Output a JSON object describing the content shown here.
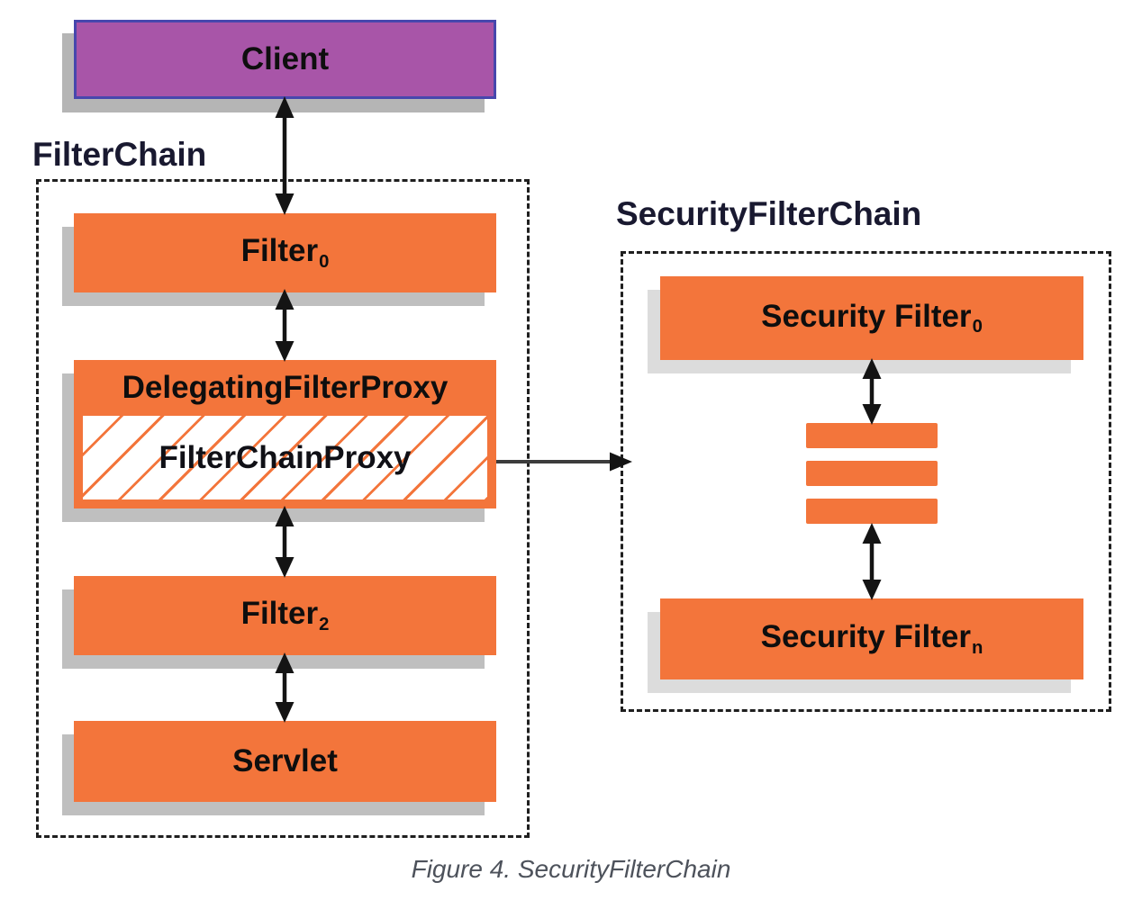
{
  "diagram": {
    "client": {
      "label": "Client"
    },
    "filter_chain": {
      "label": "FilterChain",
      "filter0": {
        "text": "Filter",
        "sub": "0"
      },
      "delegating_filter_proxy": {
        "text": "DelegatingFilterProxy"
      },
      "filter_chain_proxy": {
        "text": "FilterChainProxy"
      },
      "filter2": {
        "text": "Filter",
        "sub": "2"
      },
      "servlet": {
        "text": "Servlet"
      }
    },
    "security_filter_chain": {
      "label": "SecurityFilterChain",
      "security_filter0": {
        "text": "Security Filter",
        "sub": "0"
      },
      "security_filtern": {
        "text": "Security Filter",
        "sub": "n"
      },
      "stack_bar_count": 3
    },
    "caption": "Figure 4. SecurityFilterChain",
    "colors": {
      "box_orange": "#F3753B",
      "client_purple": "#A855A8",
      "client_border": "#4747AD",
      "hatch_line": "#F3753B",
      "arrow": "#141414",
      "shadow": "#BFBFBF",
      "dashed_border": "#1F1F1F",
      "caption_text": "#4D525B",
      "label_text": "#191930"
    }
  }
}
